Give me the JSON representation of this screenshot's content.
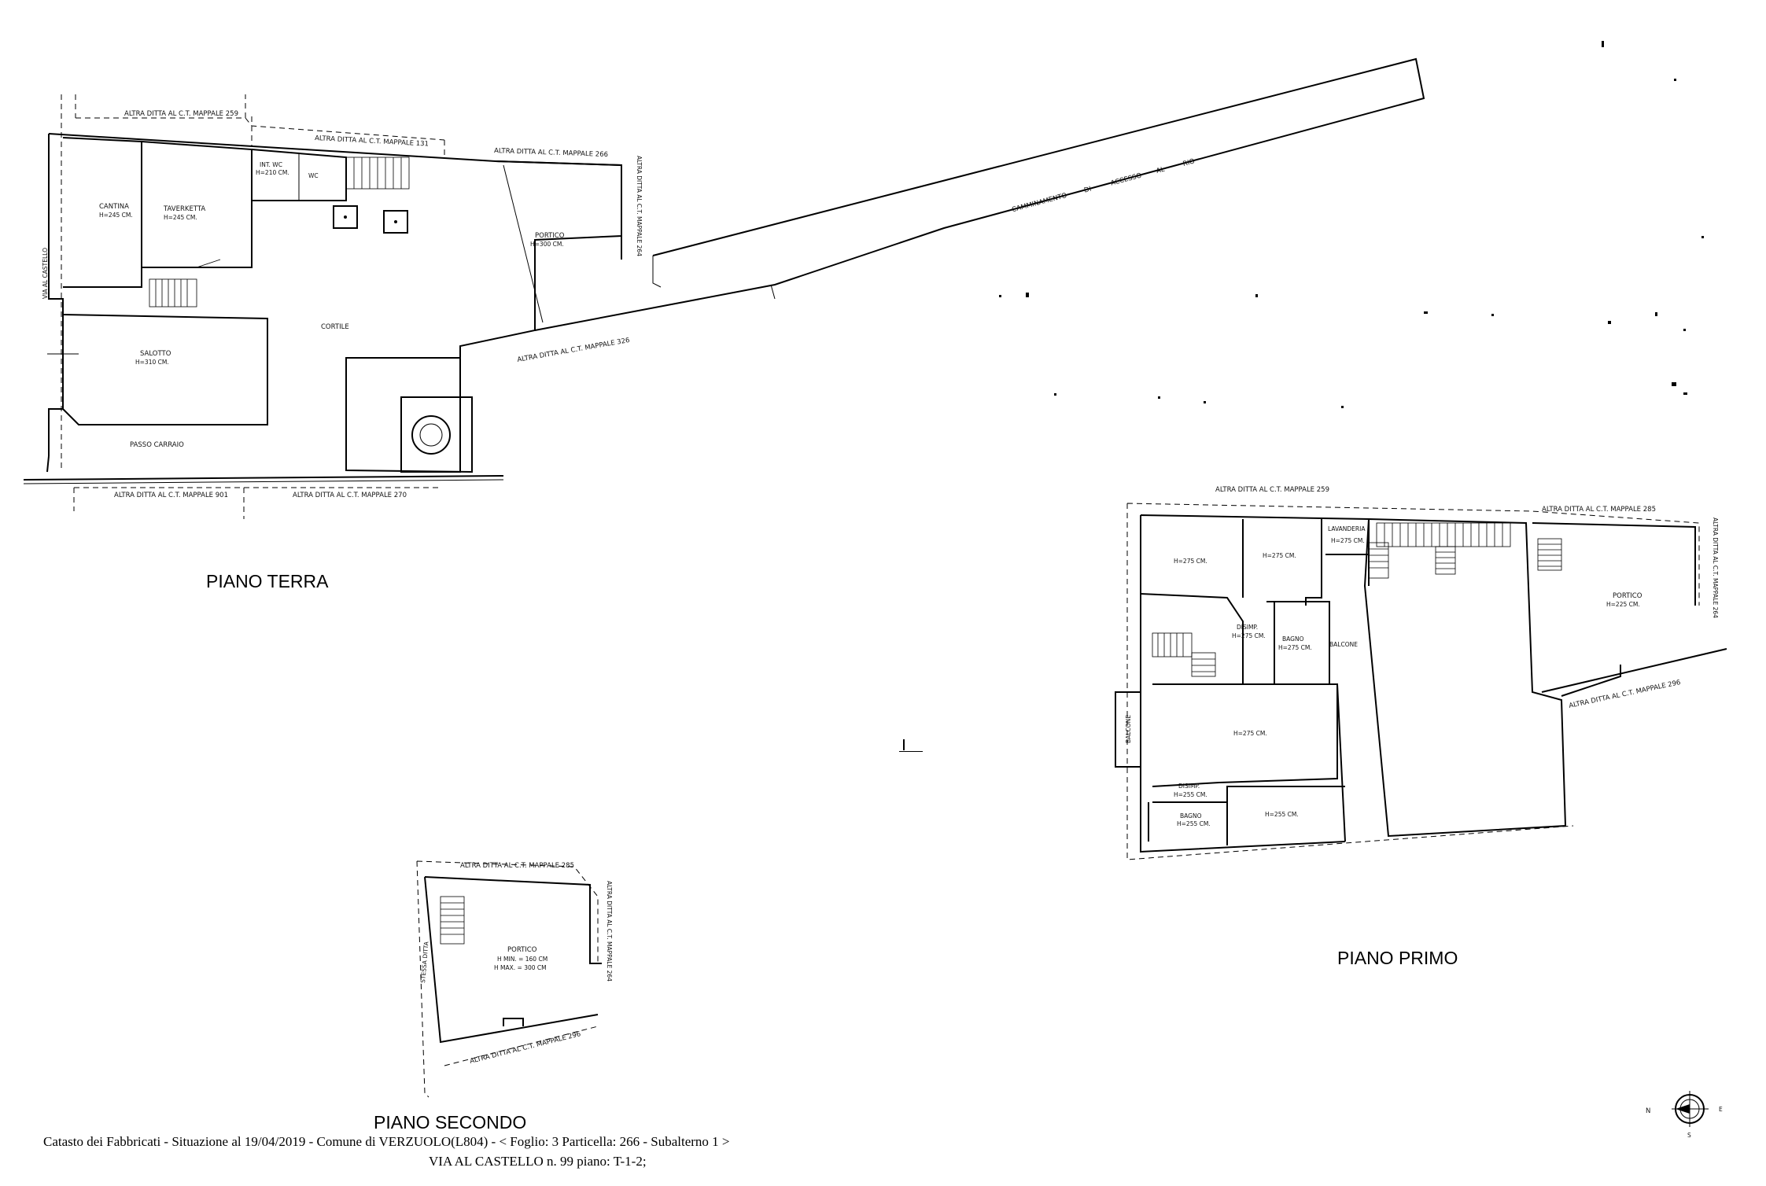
{
  "plan_titles": {
    "ground": "PIANO TERRA",
    "first": "PIANO PRIMO",
    "second": "PIANO SECONDO"
  },
  "ground_floor": {
    "rooms": {
      "cantina": "CANTINA",
      "cantina_h": "H=245 CM.",
      "taverketta": "TAVERKETTA",
      "taverketta_h": "H=245 CM.",
      "wc_int": "INT. WC",
      "wc_int_h": "H=210 CM.",
      "wc": "WC",
      "salotto": "SALOTTO",
      "salotto_h": "H=310 CM.",
      "cortile": "CORTILE",
      "portico": "PORTICO",
      "portico_h": "H=300 CM.",
      "passo_carraio": "PASSO CARRAIO",
      "camminamento": "CAMMINAMENTO",
      "di": "DI",
      "accesso": "ACCESSO",
      "al": "AL",
      "rio": "RIO"
    },
    "boundaries": {
      "top_left": "ALTRA DITTA AL C.T. MAPPALE 259",
      "top_mid": "ALTRA DITTA AL C.T. MAPPALE 131",
      "top_right": "ALTRA DITTA AL C.T. MAPPALE 266",
      "right_vertical": "ALTRA DITTA AL C.T. MAPPALE 264",
      "bottom_right": "ALTRA DITTA AL C.T. MAPPALE 326",
      "street": "VIA AL CASTELLO",
      "bottom_left": "ALTRA DITTA AL C.T. MAPPALE 901",
      "bottom_mid": "ALTRA DITTA AL C.T. MAPPALE 270"
    }
  },
  "first_floor": {
    "rooms": {
      "room_a_h": "H=275 CM.",
      "room_b_h": "H=275 CM.",
      "lavanderia": "LAVANDERIA",
      "lavanderia_h": "H=275 CM.",
      "disimp": "DISIMP.",
      "disimp_h": "H=275 CM.",
      "bagno": "BAGNO",
      "bagno_h": "H=275 CM.",
      "balcone_1": "BALCONE",
      "balcone_2": "BALCONE",
      "room_c_h": "H=275 CM.",
      "disimp2": "DISIMP.",
      "disimp2_h": "H=255 CM.",
      "bagno2": "BAGNO",
      "bagno2_h": "H=255 CM.",
      "room_d_h": "H=255 CM.",
      "portico": "PORTICO",
      "portico_h": "H=225 CM."
    },
    "boundaries": {
      "top": "ALTRA DITTA AL C.T. MAPPALE 259",
      "top_right": "ALTRA DITTA AL C.T. MAPPALE 285",
      "right_vertical": "ALTRA DITTA AL C.T. MAPPALE 264",
      "bottom_right": "ALTRA DITTA AL C.T. MAPPALE 296"
    }
  },
  "second_floor": {
    "rooms": {
      "portico": "PORTICO",
      "h_min": "H MIN. = 160 CM",
      "h_max": "H MAX. = 300 CM"
    },
    "boundaries": {
      "top": "ALTRA DITTA AL C.T. MAPPALE 285",
      "right_vertical": "ALTRA DITTA AL C.T. MAPPALE 264",
      "left_vertical": "STESSA DITTA",
      "bottom": "ALTRA DITTA AL C.T. MAPPALE 296"
    }
  },
  "footer": {
    "line1": "Catasto dei Fabbricati - Situazione al 19/04/2019 - Comune di VERZUOLO(L804) - < Foglio: 3 Particella: 266 - Subalterno 1 >",
    "line2": "VIA AL CASTELLO n. 99 piano: T-1-2;"
  },
  "north_arrow": {
    "n": "N",
    "s": "S",
    "e": "E"
  }
}
